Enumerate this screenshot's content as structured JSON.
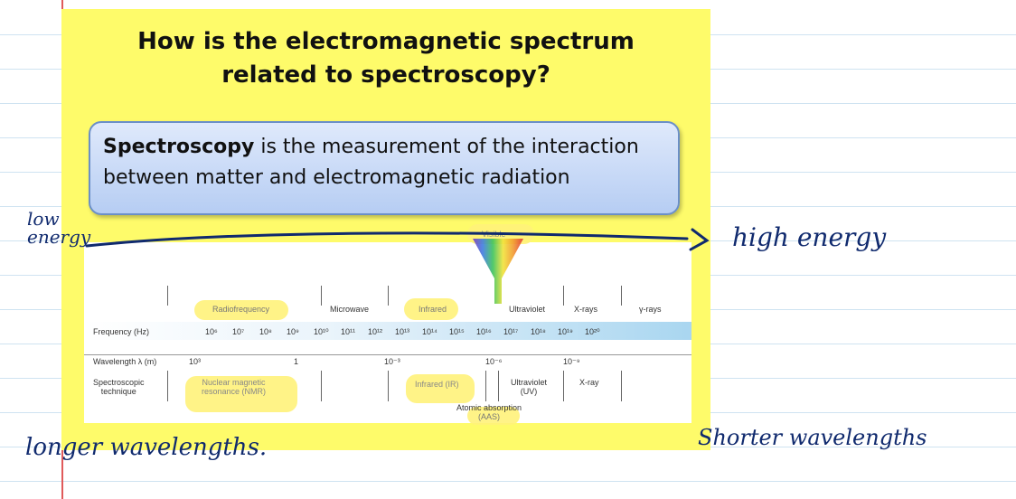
{
  "slide": {
    "title_line1": "How is the electromagnetic spectrum",
    "title_line2": "related to spectroscopy?",
    "definition_bold": "Spectroscopy",
    "definition_rest": " is the measurement of the interaction between matter and electromagnetic radiation"
  },
  "chart": {
    "visible_label": "Visible",
    "regions": [
      "Radiofrequency",
      "Microwave",
      "Infrared",
      "Ultraviolet",
      "X-rays",
      "γ-rays"
    ],
    "frequency_label": "Frequency (Hz)",
    "frequency_ticks": [
      "10⁶",
      "10⁷",
      "10⁸",
      "10⁹",
      "10¹⁰",
      "10¹¹",
      "10¹²",
      "10¹³",
      "10¹⁴",
      "10¹⁵",
      "10¹⁶",
      "10¹⁷",
      "10¹⁸",
      "10¹⁹",
      "10²⁰"
    ],
    "wavelength_label": "Wavelength λ (m)",
    "wavelength_ticks": [
      "10³",
      "1",
      "10⁻³",
      "10⁻⁶",
      "10⁻⁹"
    ],
    "technique_label_1": "Spectroscopic",
    "technique_label_2": "technique",
    "techniques": {
      "nmr_1": "Nuclear magnetic",
      "nmr_2": "resonance (NMR)",
      "ir": "Infrared (IR)",
      "uv_1": "Ultraviolet",
      "uv_2": "(UV)",
      "xray": "X-ray",
      "aas_1": "Atomic absorption",
      "aas_2": "(AAS)"
    }
  },
  "annotations": {
    "low_1": "low",
    "low_2": "energy",
    "high": "high energy",
    "longer": "longer wavelengths.",
    "shorter": "Shorter wavelengths"
  },
  "colors": {
    "slide_bg": "#fefb6a",
    "ink": "#102a6e",
    "margin": "#e05a5a"
  }
}
